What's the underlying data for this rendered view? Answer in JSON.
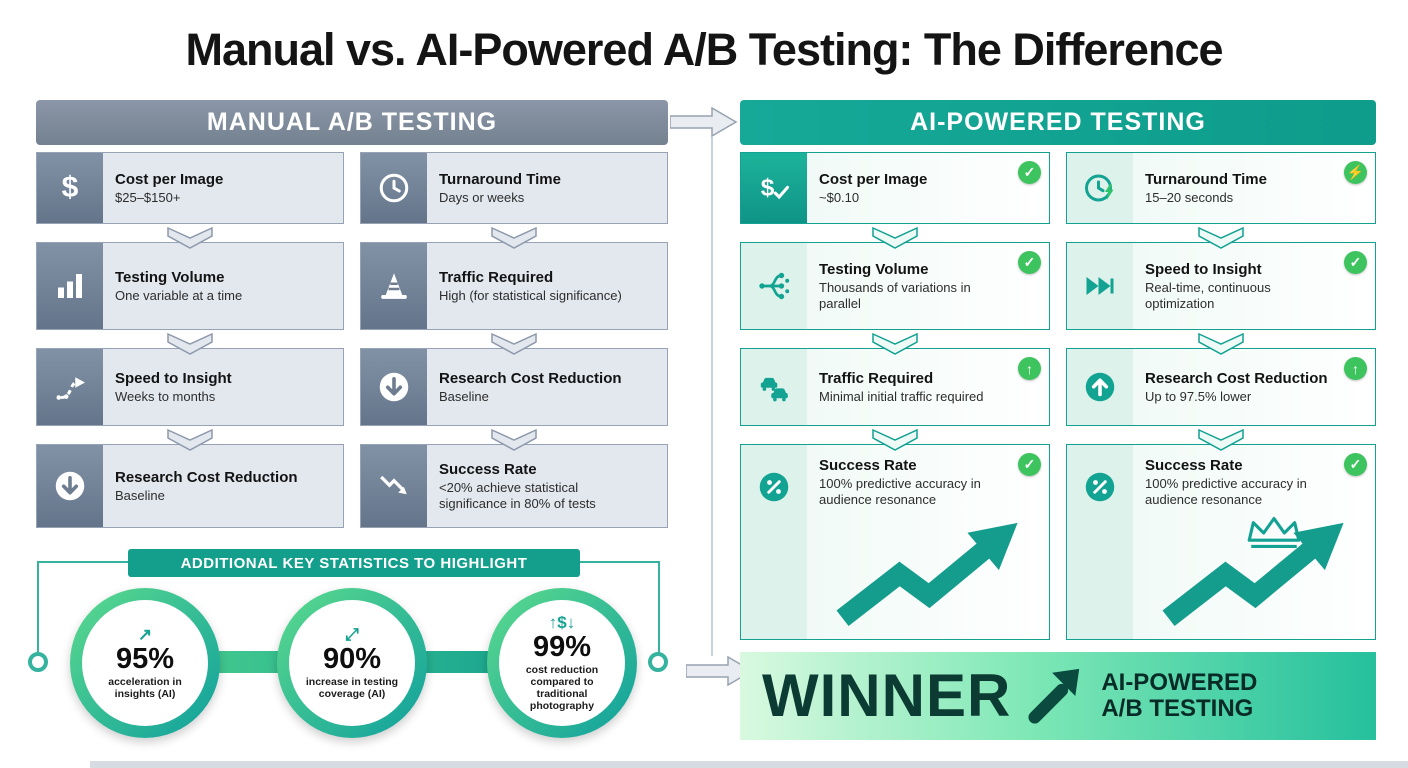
{
  "title": "Manual vs. AI-Powered A/B Testing: The Difference",
  "colors": {
    "manual_accent": "#74818f",
    "ai_accent": "#12a192",
    "badge_green": "#3ec45e",
    "winner_dark": "#0b3b33"
  },
  "manual": {
    "header": "MANUAL A/B TESTING",
    "cards": [
      {
        "icon": "dollar-icon",
        "title": "Cost per Image",
        "desc": "$25–$150+"
      },
      {
        "icon": "clock-icon",
        "title": "Turnaround Time",
        "desc": "Days or weeks"
      },
      {
        "icon": "bar-chart-icon",
        "title": "Testing Volume",
        "desc": "One variable at a time"
      },
      {
        "icon": "traffic-cone-icon",
        "title": "Traffic Required",
        "desc": "High (for statistical significance)"
      },
      {
        "icon": "dotted-arrow-icon",
        "title": "Speed to Insight",
        "desc": "Weeks to months"
      },
      {
        "icon": "arrow-down-circle-icon",
        "title": "Research Cost Reduction",
        "desc": "Baseline"
      },
      {
        "icon": "arrow-down-circle-icon",
        "title": "Research Cost Reduction",
        "desc": "Baseline"
      },
      {
        "icon": "declining-graph-icon",
        "title": "Success Rate",
        "desc": "<20% achieve statistical significance in 80% of tests"
      }
    ]
  },
  "ai": {
    "header": "AI-POWERED TESTING",
    "cards": [
      {
        "icon": "dollar-check-icon",
        "badge": "✓",
        "title": "Cost per Image",
        "desc": "~$0.10"
      },
      {
        "icon": "clock-bolt-icon",
        "badge": "⚡",
        "title": "Turnaround Time",
        "desc": "15–20 seconds"
      },
      {
        "icon": "network-icon",
        "badge": "✓",
        "title": "Testing Volume",
        "desc": "Thousands of variations in parallel"
      },
      {
        "icon": "fast-forward-icon",
        "badge": "✓",
        "title": "Speed to Insight",
        "desc": "Real-time, continuous optimization"
      },
      {
        "icon": "cars-icon",
        "badge": "↑",
        "title": "Traffic Required",
        "desc": "Minimal initial traffic required"
      },
      {
        "icon": "arrow-up-circle-icon",
        "badge": "↑",
        "title": "Research Cost Reduction",
        "desc": "Up to 97.5% lower"
      },
      {
        "icon": "percent-badge-icon",
        "badge": "✓",
        "title": "Success Rate",
        "desc": "100% predictive accuracy in audience resonance"
      },
      {
        "icon": "percent-badge-icon",
        "badge": "✓",
        "title": "Success Rate",
        "desc": "100% predictive accuracy in audience resonance"
      }
    ]
  },
  "stats": {
    "header": "ADDITIONAL KEY STATISTICS TO HIGHLIGHT",
    "items": [
      {
        "glyph": "↗",
        "value": "95%",
        "label": "acceleration in insights (AI)"
      },
      {
        "glyph": "⤢",
        "value": "90%",
        "label": "increase in testing coverage (AI)"
      },
      {
        "glyph": "↑$↓",
        "value": "99%",
        "label": "cost reduction compared to traditional photography"
      }
    ]
  },
  "winner": {
    "label": "WINNER",
    "title_line1": "AI-POWERED",
    "title_line2": "A/B TESTING"
  }
}
